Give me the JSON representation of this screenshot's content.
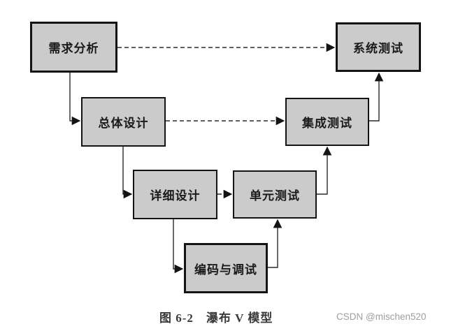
{
  "figure": {
    "caption": "图 6-2　瀑布 V 模型",
    "watermark": "CSDN @mischen520"
  },
  "diagram": {
    "type": "flowchart",
    "title": "瀑布 V 模型",
    "nodes": [
      {
        "id": "requirements",
        "label": "需求分析"
      },
      {
        "id": "system-test",
        "label": "系统测试"
      },
      {
        "id": "overall-design",
        "label": "总体设计"
      },
      {
        "id": "integration-test",
        "label": "集成测试"
      },
      {
        "id": "detailed-design",
        "label": "详细设计"
      },
      {
        "id": "unit-test",
        "label": "单元测试"
      },
      {
        "id": "coding-debugging",
        "label": "编码与调试"
      }
    ],
    "edges": [
      {
        "from": "需求分析",
        "to": "总体设计",
        "style": "solid"
      },
      {
        "from": "总体设计",
        "to": "详细设计",
        "style": "solid"
      },
      {
        "from": "详细设计",
        "to": "编码与调试",
        "style": "solid"
      },
      {
        "from": "编码与调试",
        "to": "单元测试",
        "style": "solid"
      },
      {
        "from": "单元测试",
        "to": "集成测试",
        "style": "solid"
      },
      {
        "from": "集成测试",
        "to": "系统测试",
        "style": "solid"
      },
      {
        "from": "需求分析",
        "to": "系统测试",
        "style": "dashed"
      },
      {
        "from": "总体设计",
        "to": "集成测试",
        "style": "dashed"
      },
      {
        "from": "详细设计",
        "to": "单元测试",
        "style": "dashed"
      }
    ],
    "colors": {
      "node_fill": "#cbcbcb",
      "node_border": "#141414",
      "line": "#2a2a2a",
      "caption_text": "#3a3a3a",
      "watermark_text": "#9e9e9e",
      "background": "#ffffff"
    }
  }
}
